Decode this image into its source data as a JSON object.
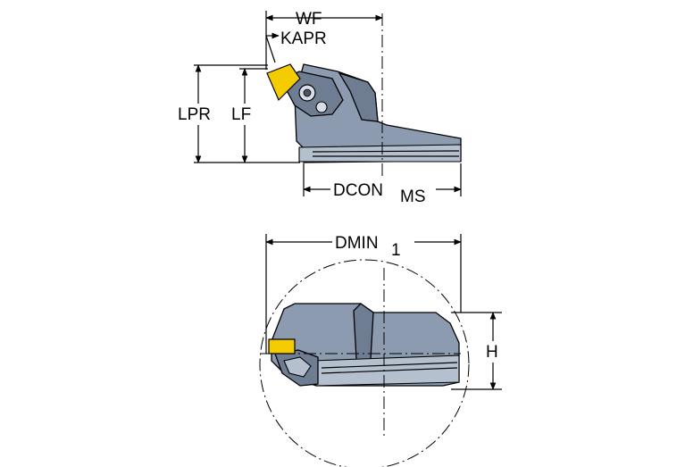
{
  "dimensions": {
    "wf": "WF",
    "kapr": "KAPR",
    "lpr": "LPR",
    "lf": "LF",
    "dcon": "DCON",
    "dcon_sub": "MS",
    "dmin": "DMIN",
    "dmin_sub": "1",
    "h": "H"
  },
  "colors": {
    "tool_body": "#8d9bb0",
    "insert": "#f5cc00"
  }
}
